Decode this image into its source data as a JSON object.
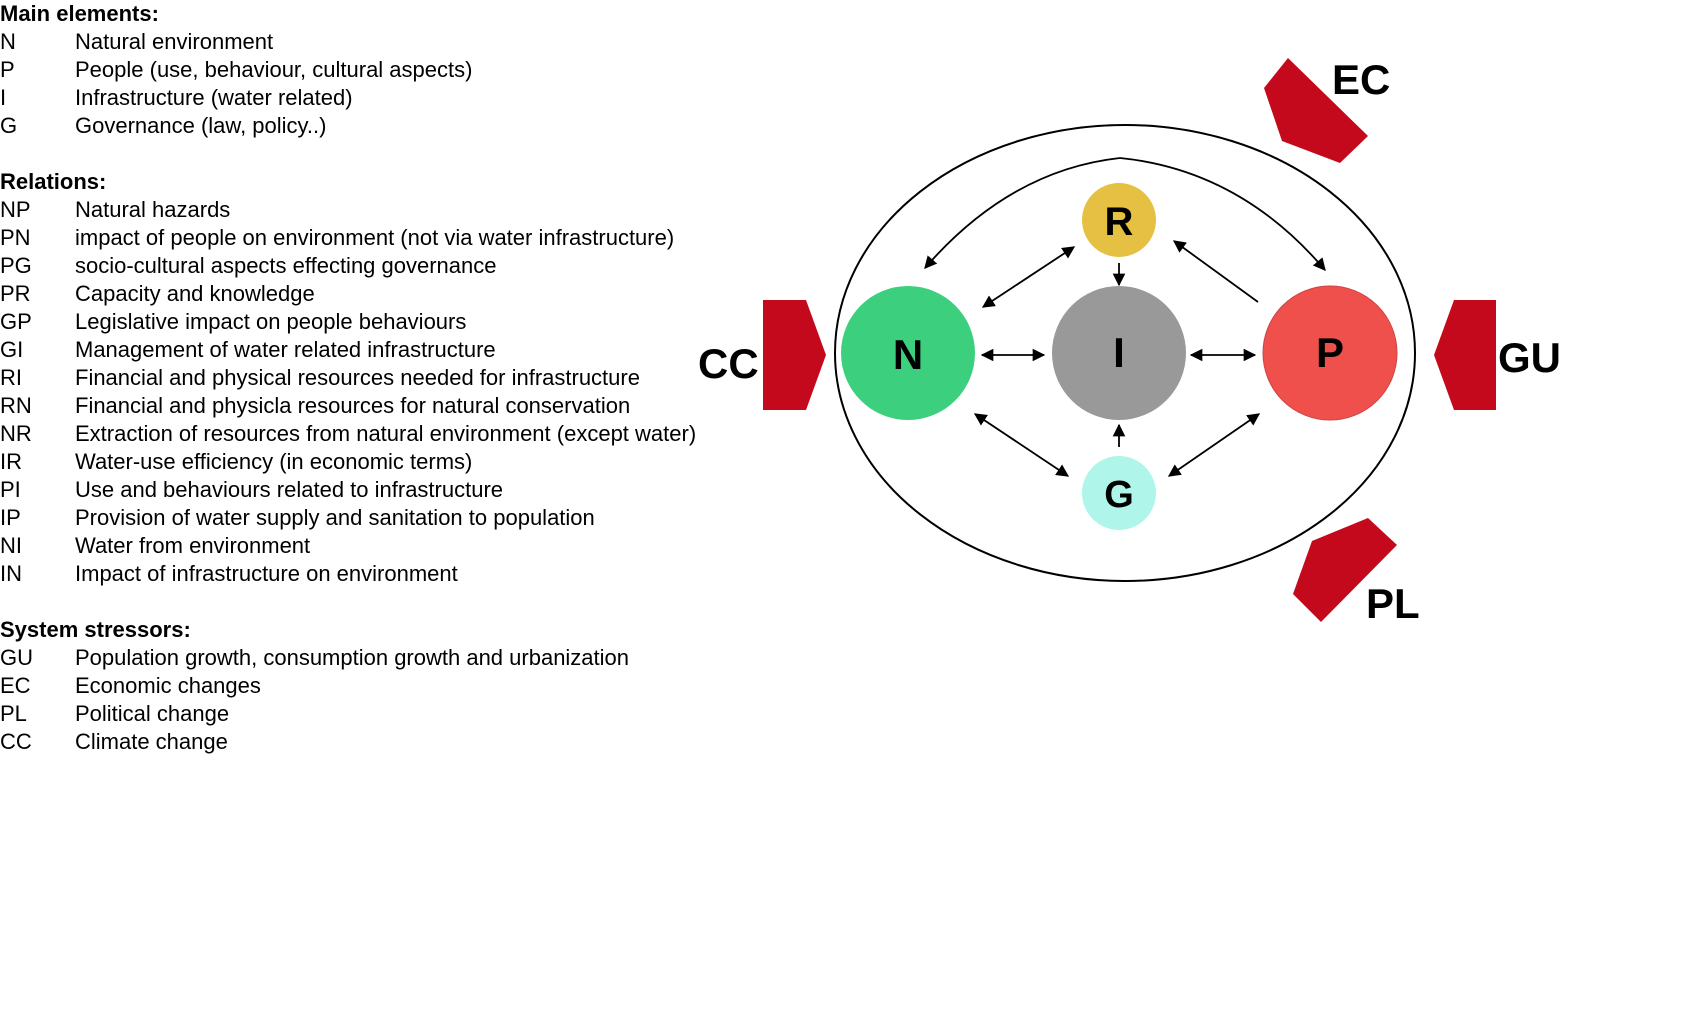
{
  "legend": {
    "main_title": "Main elements:",
    "main_items": [
      {
        "code": "N",
        "desc": "Natural environment"
      },
      {
        "code": "P",
        "desc": "People (use, behaviour, cultural aspects)"
      },
      {
        "code": "I",
        "desc": "Infrastructure (water related)"
      },
      {
        "code": "G",
        "desc": "Governance (law, policy..)"
      }
    ],
    "relations_title": "Relations:",
    "relations_items": [
      {
        "code": "NP",
        "desc": "Natural hazards"
      },
      {
        "code": "PN",
        "desc": "impact of people on environment (not via water infrastructure)"
      },
      {
        "code": "PG",
        "desc": "socio-cultural aspects effecting governance"
      },
      {
        "code": "PR",
        "desc": "Capacity and knowledge"
      },
      {
        "code": "GP",
        "desc": "Legislative impact on people behaviours"
      },
      {
        "code": "GI",
        "desc": "Management of water related infrastructure"
      },
      {
        "code": "RI",
        "desc": "Financial and physical resources needed for infrastructure"
      },
      {
        "code": "RN",
        "desc": "Financial and physicla resources for natural conservation"
      },
      {
        "code": "NR",
        "desc": "Extraction of resources from natural environment (except water)"
      },
      {
        "code": "IR",
        "desc": "Water-use efficiency (in economic terms)"
      },
      {
        "code": "PI",
        "desc": "Use and behaviours related to infrastructure"
      },
      {
        "code": "IP",
        "desc": "Provision of water supply and sanitation to population"
      },
      {
        "code": "NI",
        "desc": "Water from environment"
      },
      {
        "code": "IN",
        "desc": "Impact of infrastructure on environment"
      }
    ],
    "stressors_title": "System stressors:",
    "stressors_items": [
      {
        "code": "GU",
        "desc": "Population growth, consumption growth and urbanization"
      },
      {
        "code": "EC",
        "desc": "Economic changes"
      },
      {
        "code": "PL",
        "desc": "Political change"
      },
      {
        "code": "CC",
        "desc": "Climate change"
      }
    ]
  },
  "diagram": {
    "nodes": {
      "R": {
        "label": "R",
        "color": "#E6C042"
      },
      "N": {
        "label": "N",
        "color": "#3CCF7E"
      },
      "I": {
        "label": "I",
        "color": "#999999"
      },
      "P": {
        "label": "P",
        "color": "#F0504C"
      },
      "G": {
        "label": "G",
        "color": "#AFF5EA"
      }
    },
    "stressors": {
      "CC": {
        "label": "CC",
        "color": "#C4091C"
      },
      "GU": {
        "label": "GU",
        "color": "#C4091C"
      },
      "EC": {
        "label": "EC",
        "color": "#C4091C"
      },
      "PL": {
        "label": "PL",
        "color": "#C4091C"
      }
    }
  }
}
